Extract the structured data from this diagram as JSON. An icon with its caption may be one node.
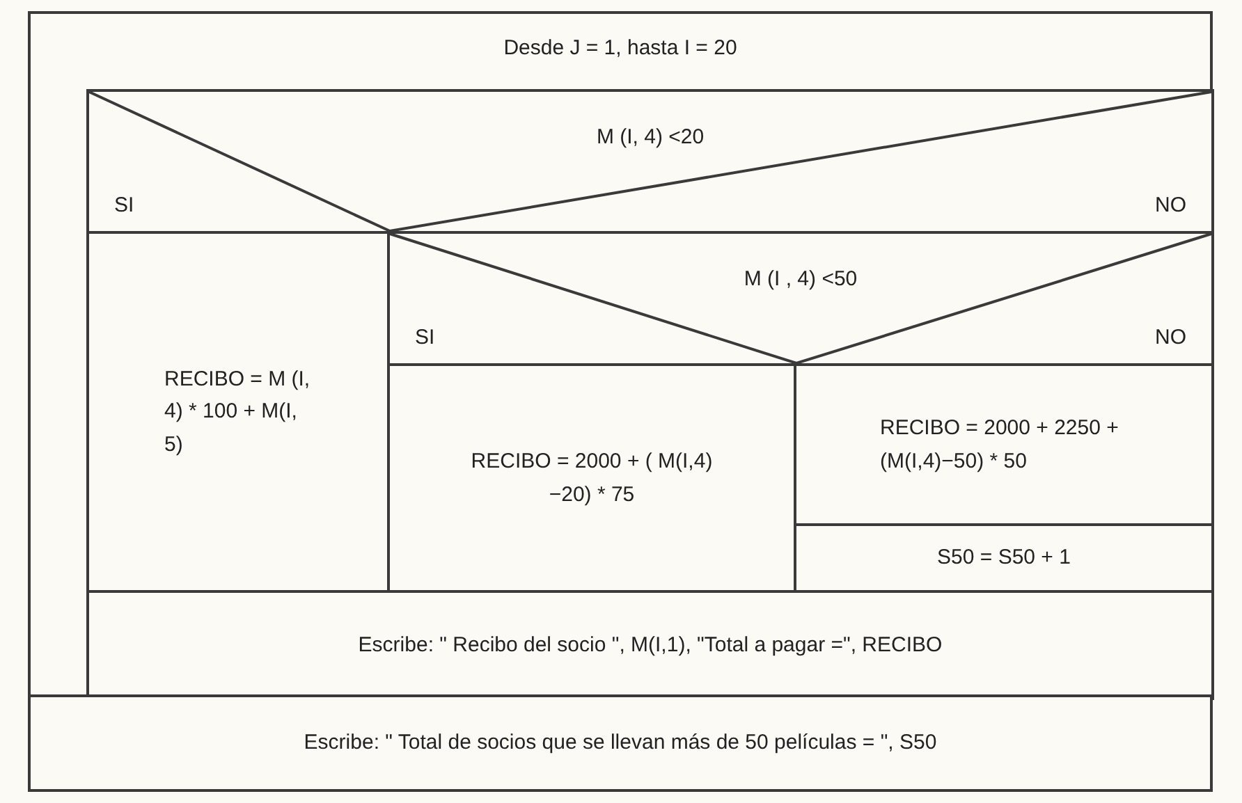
{
  "diagram": {
    "nodes": [
      {
        "text": [
          "Desde J = 1, hasta I = 20"
        ]
      },
      {
        "text": [
          "M (I, 4) <20",
          "SI",
          "NO"
        ],
        "in": 0
      },
      {
        "text": [
          "RECIBO = M (I, 4) * 100 + M(I, 5)"
        ],
        "in": 0
      },
      {
        "text": [
          "M (I , 4) <50",
          "SI",
          "NO"
        ],
        "in": 0
      },
      {
        "text": [
          "RECIBO = 2000 + ( M(I,4) −20) * 75"
        ],
        "in": 0
      },
      {
        "text": [
          "RECIBO = 2000 + 2250 + (M(I,4)−50) * 50"
        ],
        "in": 0
      },
      {
        "text": [
          "S50 = S50 + 1"
        ],
        "in": 0
      },
      {
        "text": [
          "Escribe: \" Recibo del socio \", M(I,1), \"Total a pagar =\", RECIBO"
        ],
        "in": 0
      },
      {
        "text": [
          "Escribe: \" Total de socios que se llevan más de 50 películas = \", S50"
        ]
      }
    ]
  }
}
